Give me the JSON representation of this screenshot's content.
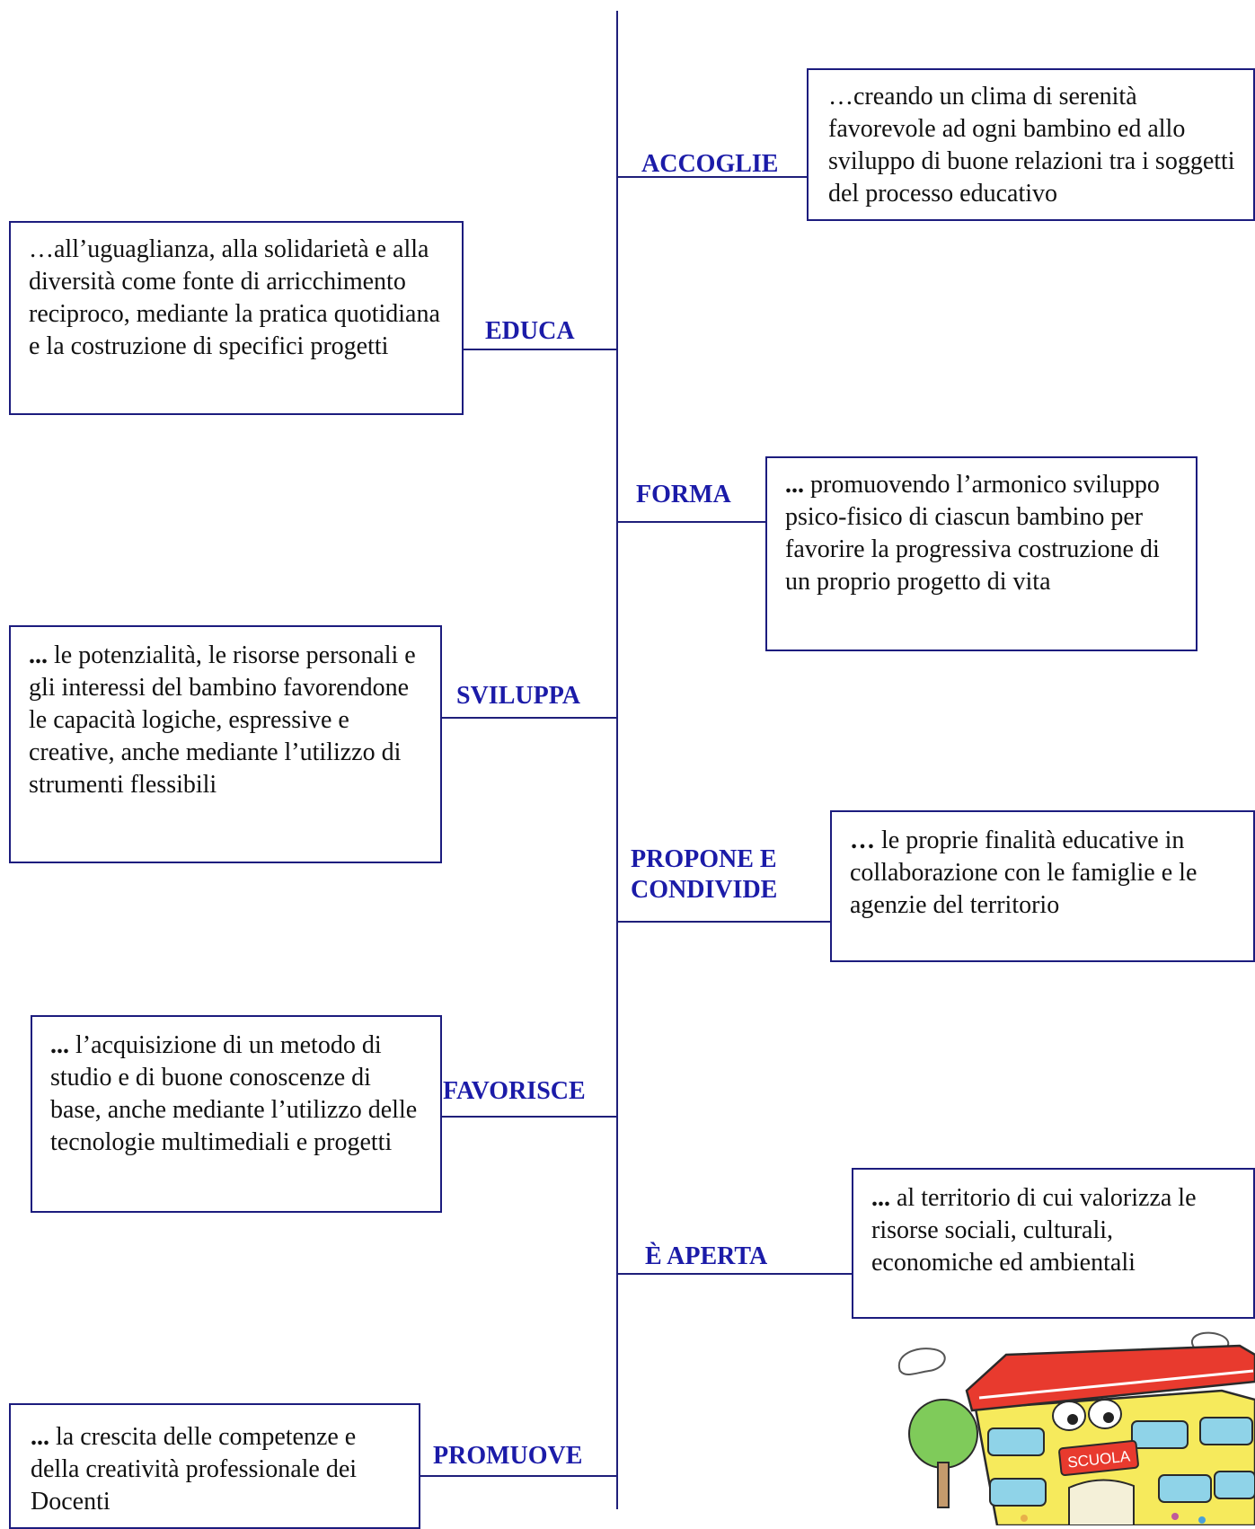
{
  "colors": {
    "line": "#1f1f7a",
    "box_border": "#1c1c7e",
    "verb_text": "#1b1ba8"
  },
  "branches": {
    "accoglie": {
      "verb": "ACCOGLIE",
      "lead": "",
      "text": "…creando un clima di serenità favorevole ad ogni bambino ed allo sviluppo di buone relazioni tra i soggetti del processo educativo"
    },
    "educa": {
      "verb": "EDUCA",
      "lead": "",
      "text": "…all’uguaglianza, alla solidarietà e alla diversità come fonte di arricchimento reciproco, mediante la pratica quotidiana e la costruzione di specifici progetti"
    },
    "forma": {
      "verb": "FORMA",
      "lead": "...",
      "text": " promuovendo l’armonico sviluppo psico-fisico di ciascun bambino per favorire la progressiva costruzione di un proprio progetto di vita"
    },
    "sviluppa": {
      "verb": "SVILUPPA",
      "lead": "...",
      "text": " le potenzialità, le risorse personali e gli interessi del bambino favorendone le capacità logiche, espressive e creative, anche mediante l’utilizzo di strumenti flessibili"
    },
    "propone": {
      "verb": "PROPONE E CONDIVIDE",
      "lead": "…",
      "text": " le proprie finalità educative in collaborazione con le famiglie e le agenzie del territorio"
    },
    "favorisce": {
      "verb": "FAVORISCE",
      "lead": "...",
      "text": " l’acquisizione di un metodo di studio e di buone conoscenze di base, anche mediante l’utilizzo delle tecnologie multimediali e progetti"
    },
    "aperta": {
      "verb": "È APERTA",
      "lead": "...",
      "text": " al territorio di cui valorizza le risorse sociali, culturali, economiche ed ambientali"
    },
    "promuove": {
      "verb": "PROMUOVE",
      "lead": "...",
      "text": " la crescita delle competenze e della creatività professionale dei Docenti"
    }
  },
  "illustration": {
    "sign": "SCUOLA"
  }
}
